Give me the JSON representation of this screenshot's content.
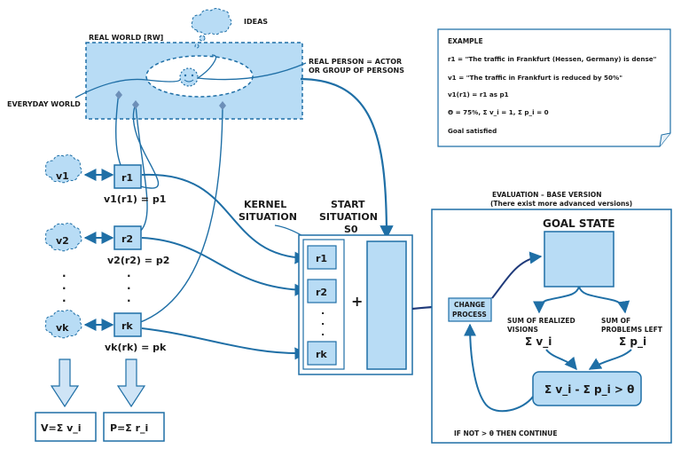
{
  "real_world": {
    "title": "REAL WORLD [RW]",
    "ideas_label": "IDEAS",
    "person_label_1": "REAL PERSON = ACTOR",
    "person_label_2": "OR GROUP OF PERSONS",
    "everyday_label": "EVERYDAY WORLD"
  },
  "example": {
    "heading": "EXAMPLE",
    "lines": [
      "r1 = \"The traffic in Frankfurt (Hessen, Germany) is dense\"",
      "v1 = \"The traffic in Frankfurt is reduced by 50%\"",
      "v1(r1) = r1 as p1",
      "Θ = 75%, Σ v_i = 1, Σ p_i = 0",
      "Goal satisfied"
    ]
  },
  "left": {
    "visions": [
      "v1",
      "v2",
      "vk"
    ],
    "realities": [
      "r1",
      "r2",
      "rk"
    ],
    "mappings": [
      "v1(r1) = p1",
      "v2(r2) = p2",
      "vk(rk) = pk"
    ],
    "dots": ".",
    "sum_v": "V=Σ v_i",
    "sum_p": "P=Σ r_i"
  },
  "start": {
    "kernel_1": "KERNEL",
    "kernel_2": "SITUATION",
    "start_1": "START",
    "start_2": "SITUATION",
    "start_3": "S0",
    "items": [
      "r1",
      "r2",
      "rk"
    ],
    "plus": "+"
  },
  "evaluation": {
    "title_1": "EVALUATION – BASE VERSION",
    "title_2": "(There exist more advanced versions)",
    "goal_state": "GOAL STATE",
    "change_1": "CHANGE",
    "change_2": "PROCESS",
    "realized_1": "SUM OF REALIZED",
    "realized_2": "VISIONS",
    "realized_sym": "Σ v_i",
    "problems_1": "SUM OF",
    "problems_2": "PROBLEMS LEFT",
    "problems_sym": "Σ p_i",
    "formula": "Σ v_i - Σ p_i > θ",
    "continue": "IF NOT > θ THEN CONTINUE"
  },
  "colors": {
    "fill": "#b8dcf5",
    "stroke": "#1f6fa6",
    "arrow": "#1f6fa6"
  }
}
